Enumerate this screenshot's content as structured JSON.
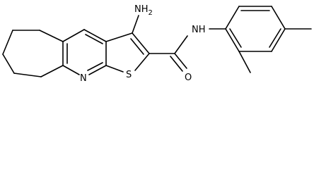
{
  "molecule": {
    "labels": {
      "amino": "NH",
      "amino_subscript": "2",
      "amide_nh": "NH",
      "carbonyl_o": "O",
      "thiophene_s": "S",
      "pyridine_n": "N"
    }
  }
}
